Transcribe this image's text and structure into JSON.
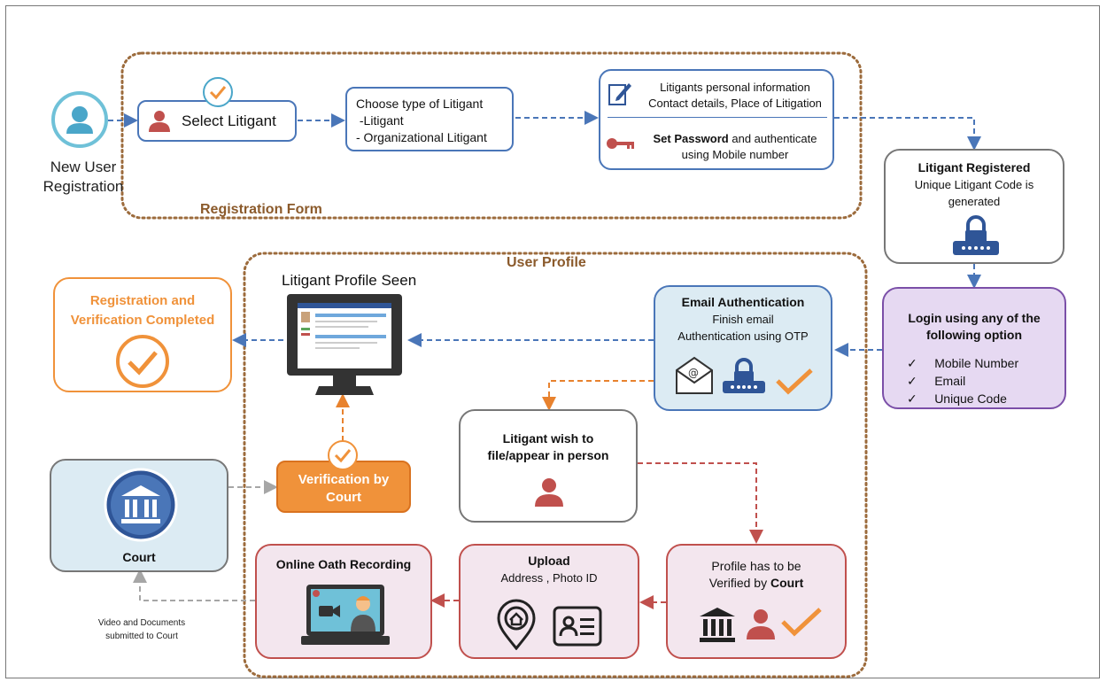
{
  "new_user": {
    "line1": "New User",
    "line2": "Registration"
  },
  "registration_form": {
    "label": "Registration Form"
  },
  "select_litigant": {
    "label": "Select Litigant"
  },
  "choose_type": {
    "line1": "Choose type of Litigant",
    "line2": " -Litigant",
    "line3": "- Organizational Litigant"
  },
  "personal_info": {
    "line1": "Litigants personal information",
    "line2": "Contact details, Place of Litigation",
    "pw_bold": "Set Password",
    "pw_rest": " and authenticate",
    "pw_line2": "using Mobile number"
  },
  "registered": {
    "title": "Litigant Registered",
    "line1": "Unique Litigant Code is",
    "line2": "generated"
  },
  "login": {
    "title1": "Login using any of the",
    "title2": "following option",
    "options": [
      "Mobile Number",
      "Email",
      "Unique Code"
    ]
  },
  "user_profile": {
    "label": "User Profile"
  },
  "email_auth": {
    "title": "Email Authentication",
    "line1": "Finish email",
    "line2": "Authentication using OTP"
  },
  "profile_seen": {
    "label": "Litigant Profile Seen"
  },
  "completed": {
    "line1": "Registration and",
    "line2": "Verification Completed"
  },
  "wish": {
    "line1": "Litigant wish to",
    "line2": "file/appear in person"
  },
  "verification": {
    "line1": "Verification by",
    "line2": "Court"
  },
  "court": {
    "label": "Court"
  },
  "verified": {
    "line1": "Profile has to be",
    "line2": "Verified by ",
    "line2_bold": "Court"
  },
  "upload": {
    "title": "Upload",
    "line1": "Address , Photo ID"
  },
  "oath": {
    "title": "Online Oath Recording"
  },
  "submitted": {
    "line1": "Video and Documents",
    "line2": "submitted to Court"
  },
  "colors": {
    "blue_arrow": "#4A76B8",
    "orange_arrow": "#E8822E",
    "red_arrow": "#C0504D",
    "gray_arrow": "#A6A6A6",
    "brown_border": "#9C6B3C",
    "orange": "#F0923A",
    "purple": "#E6D9F2",
    "light_blue": "#DCEBF3",
    "light_red": "#F3E6EE"
  }
}
